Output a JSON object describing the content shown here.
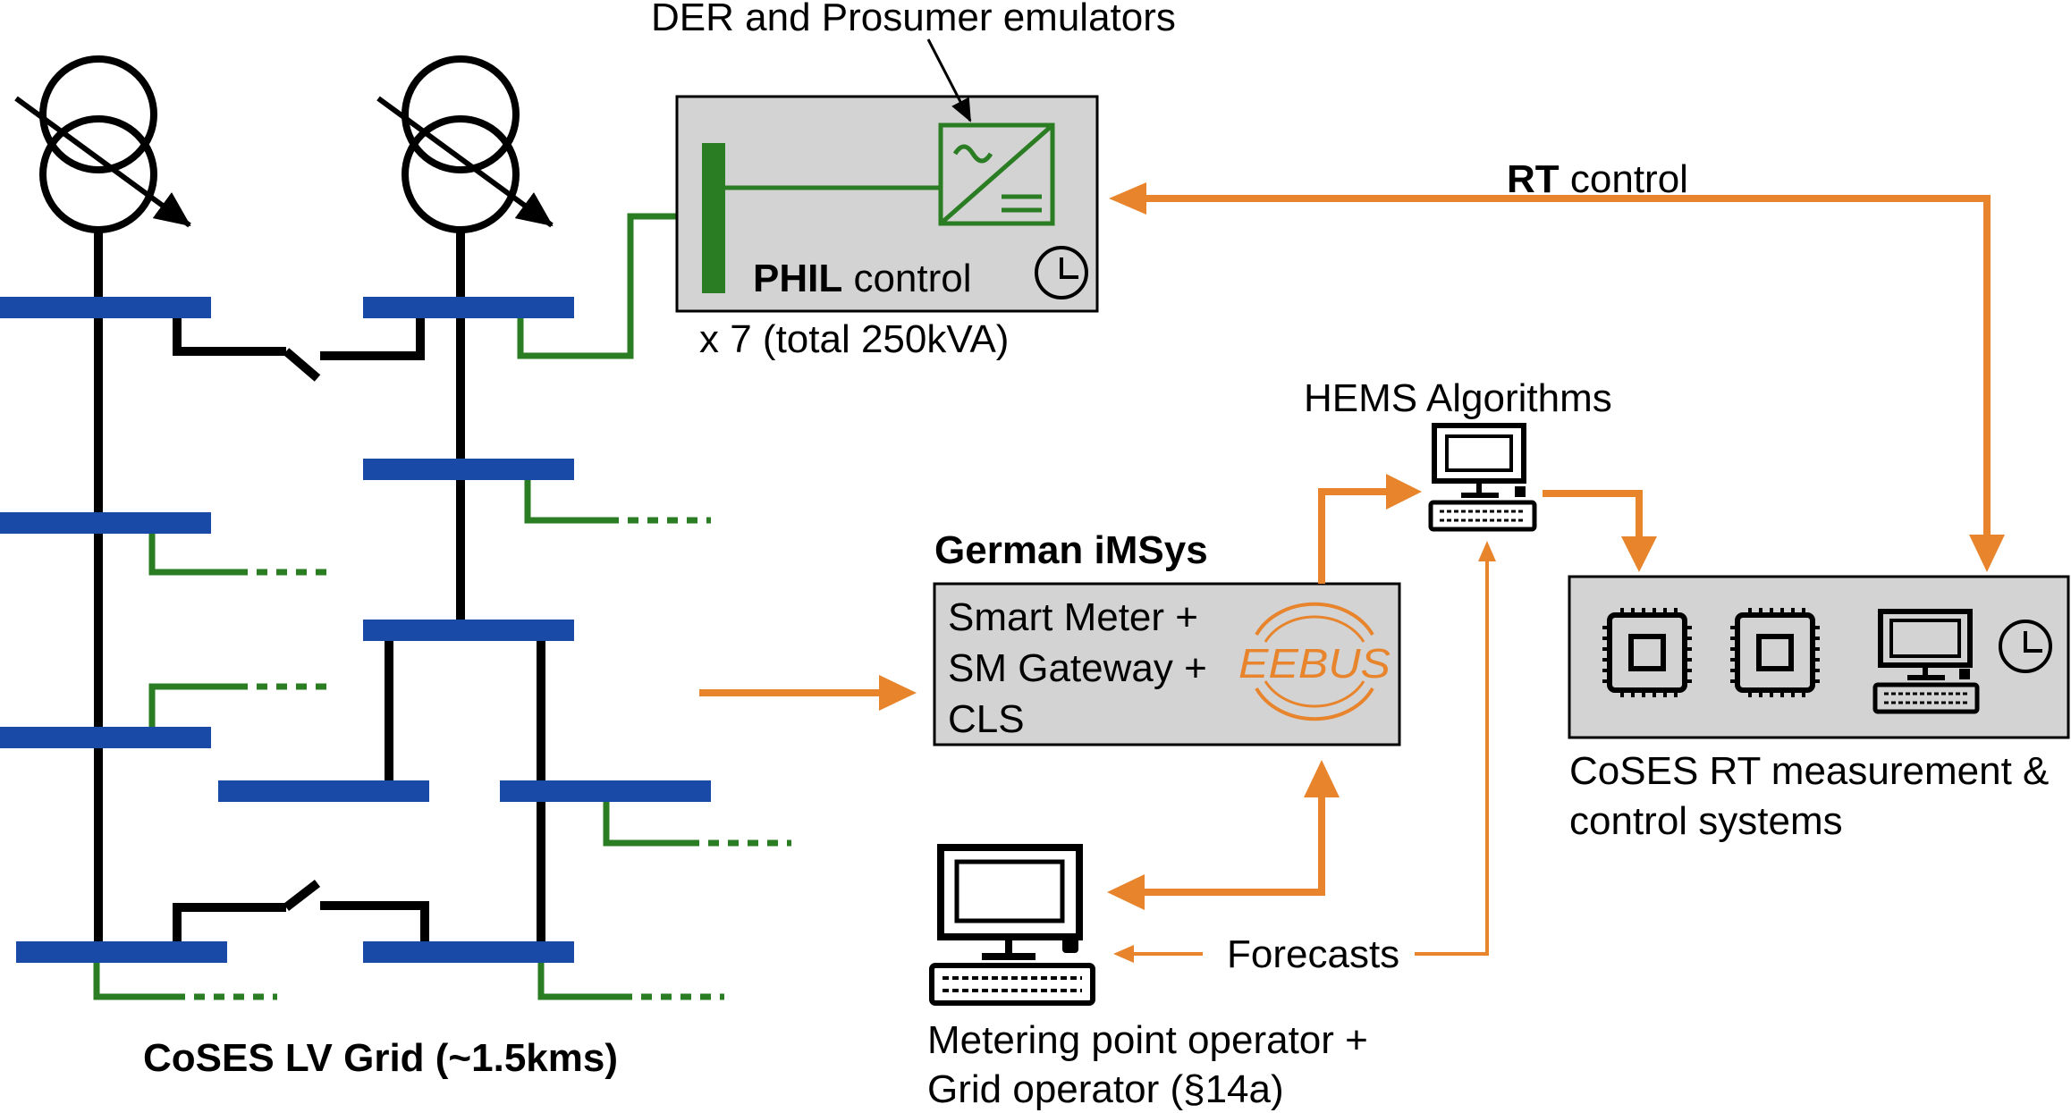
{
  "labels": {
    "der_title": "DER and Prosumer emulators",
    "phil_bold": "PHIL",
    "phil_rest": " control",
    "phil_count": "x 7 (total 250kVA)",
    "rt_bold": "RT",
    "rt_rest": " control",
    "hems": "HEMS Algorithms",
    "imsys_title": "German iMSys",
    "imsys_line1": "Smart Meter +",
    "imsys_line2": "SM Gateway +",
    "imsys_line3": "CLS",
    "eebus": "EEBUS",
    "coses_rt_line1": "CoSES RT measurement &",
    "coses_rt_line2": "control systems",
    "forecasts": "Forecasts",
    "mpo_line1": "Metering point operator +",
    "mpo_line2": "Grid operator (§14a)",
    "grid_title": "CoSES LV Grid (~1.5kms)"
  },
  "icons": {
    "transformer": "transformer-icon",
    "inverter": "inverter-icon",
    "clock": "clock-icon",
    "computer": "computer-icon",
    "chip": "chip-icon",
    "switch": "switch-icon"
  },
  "colors": {
    "busbar": "#1a4aa8",
    "feeder": "#2a7d22",
    "arrow": "#e8842c",
    "box_fill": "#d3d3d3",
    "line": "#000000"
  }
}
